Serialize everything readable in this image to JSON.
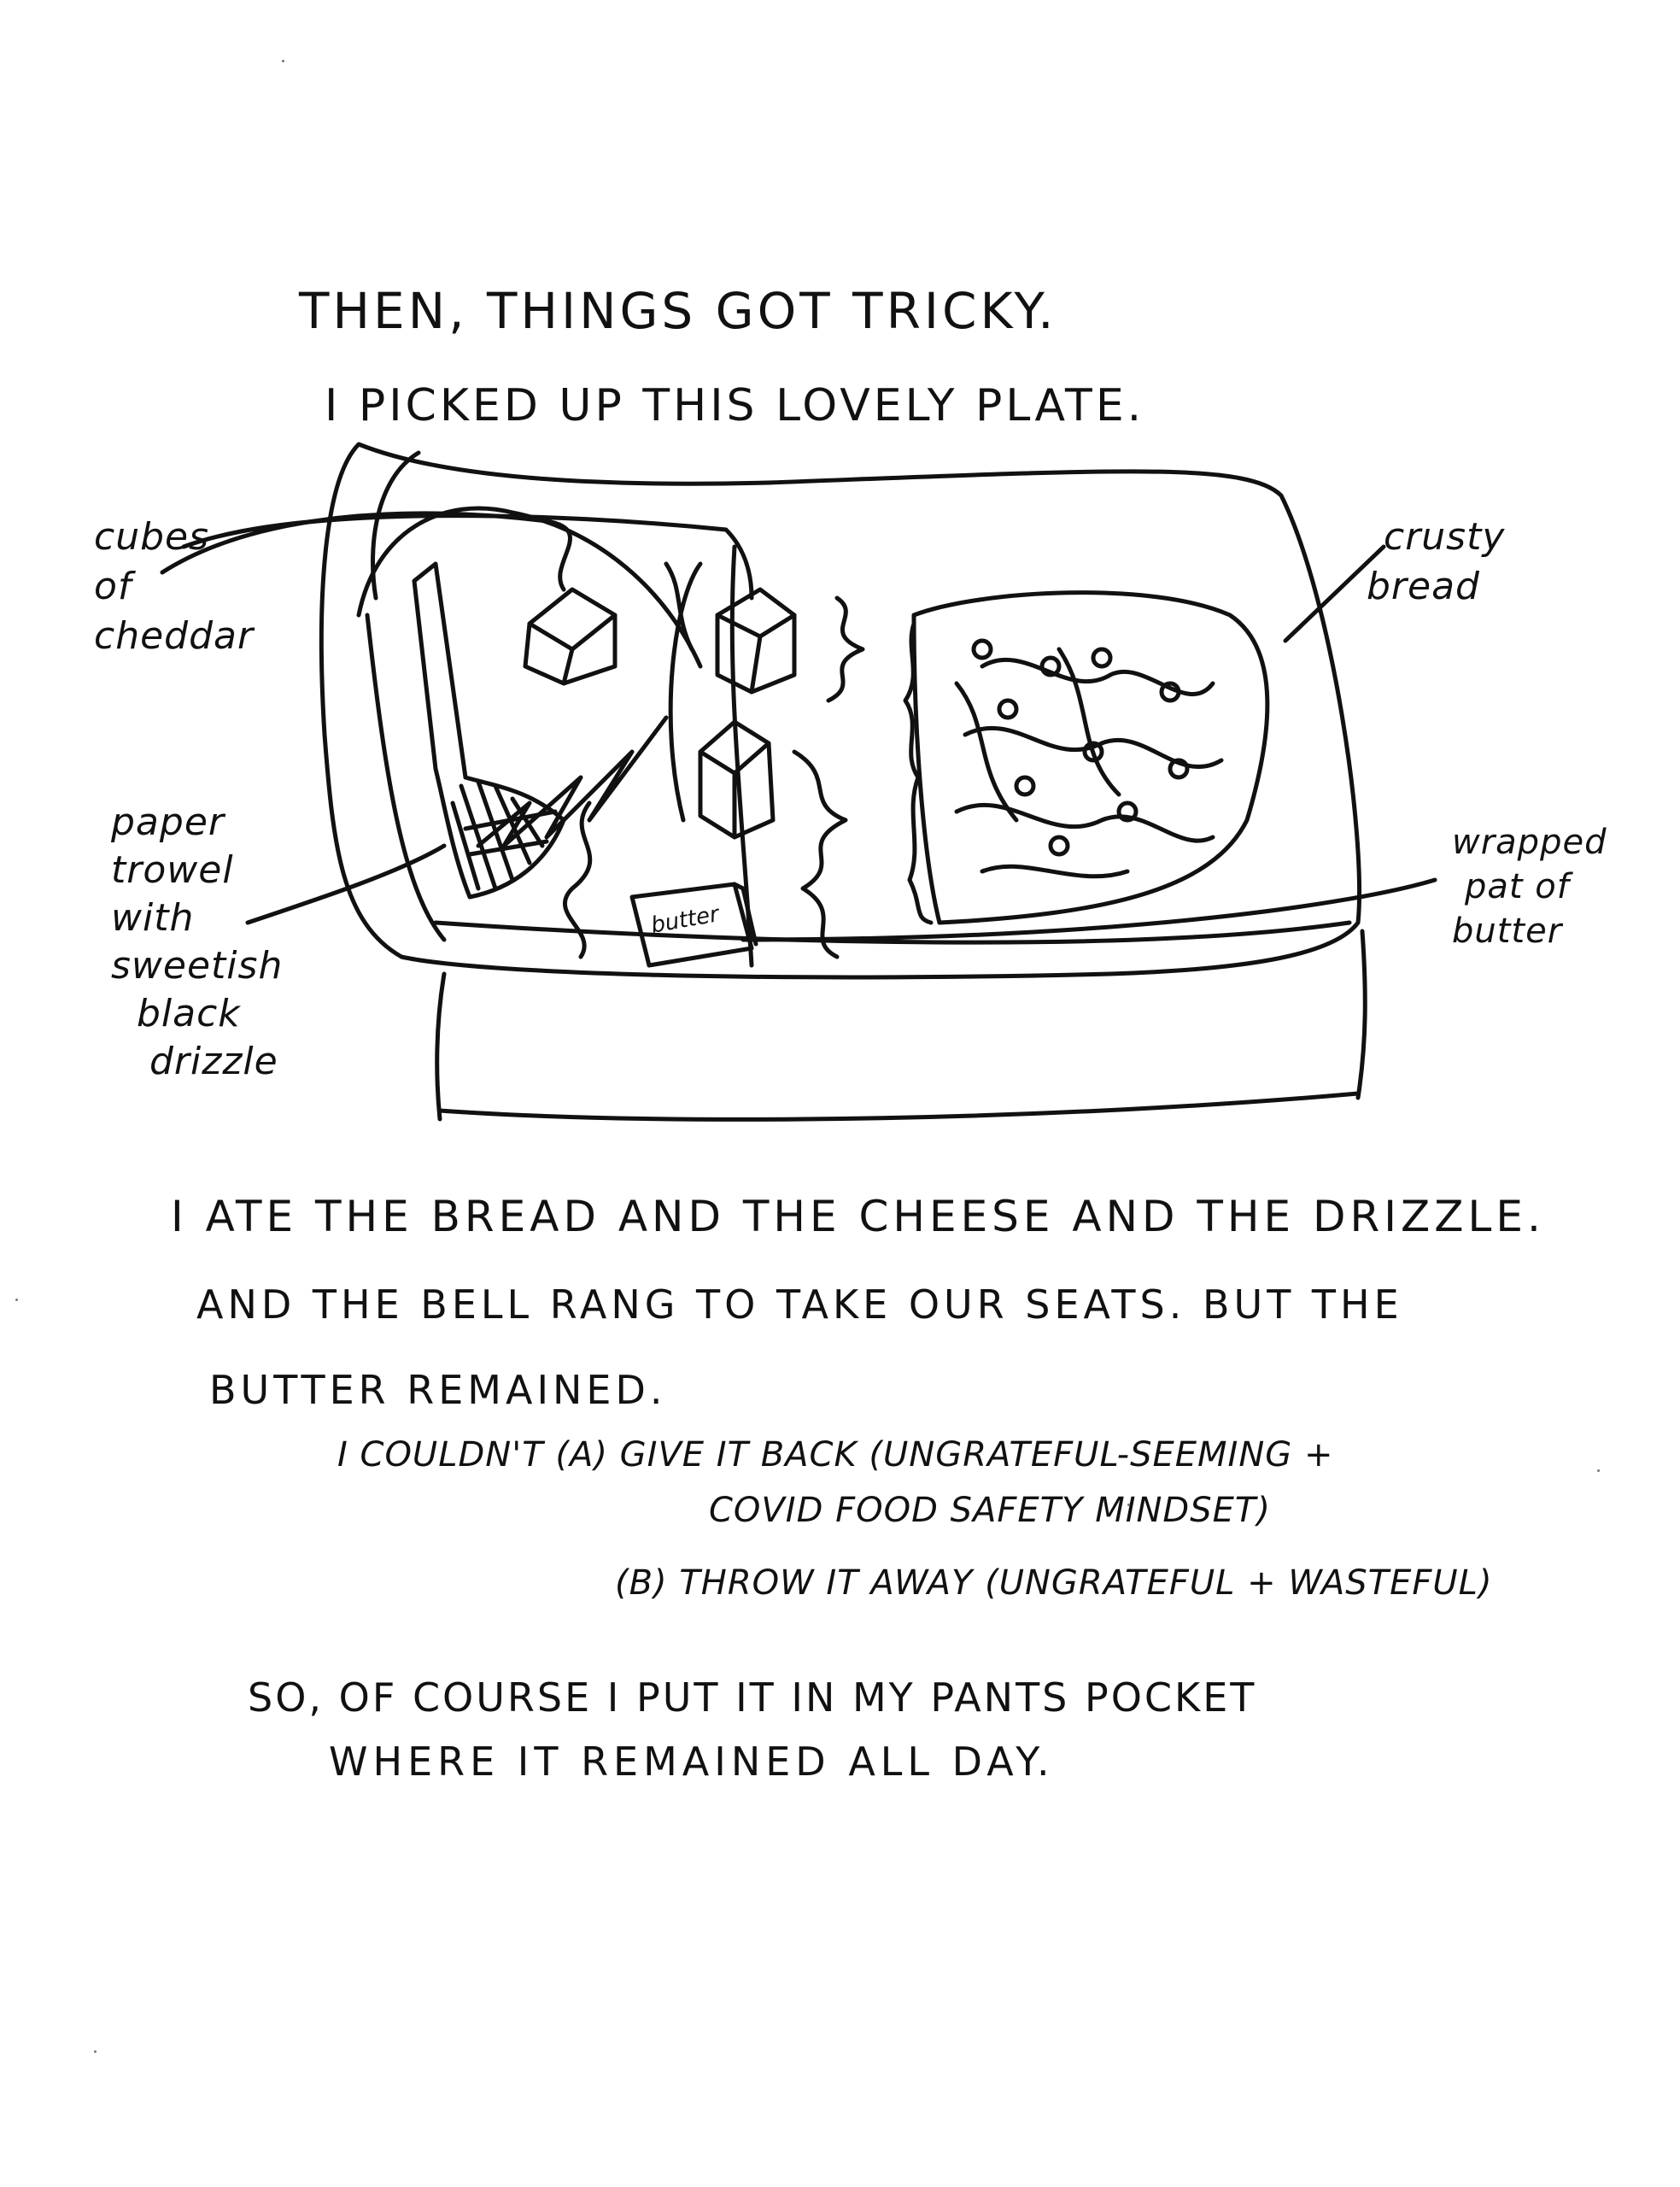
{
  "heading": {
    "line1": "THEN, THINGS GOT TRICKY.",
    "line2": "I PICKED UP THIS LOVELY PLATE."
  },
  "labels": {
    "cheddar": [
      "cubes",
      "of",
      "cheddar"
    ],
    "trowel": [
      "paper",
      "trowel",
      "with",
      "sweetish",
      "black",
      "drizzle"
    ],
    "bread": [
      "crusty",
      "bread"
    ],
    "butter": [
      "wrapped",
      "pat of",
      "butter"
    ],
    "butter_pack": "butter"
  },
  "story": {
    "p1_line1": "I ATE THE BREAD AND THE CHEESE AND THE DRIZZLE.",
    "p1_line2": "AND THE BELL RANG TO TAKE OUR SEATS. BUT THE",
    "p1_line3": "BUTTER REMAINED.",
    "option_a_line1": "I COULDN'T (A) GIVE IT BACK (UNGRATEFUL-SEEMING +",
    "option_a_line2": "COVID FOOD SAFETY MINDSET)",
    "option_b": "(B) THROW IT AWAY (UNGRATEFUL + WASTEFUL)",
    "p2_line1": "SO, OF COURSE I PUT IT IN MY PANTS POCKET",
    "p2_line2": "WHERE IT REMAINED ALL DAY."
  }
}
